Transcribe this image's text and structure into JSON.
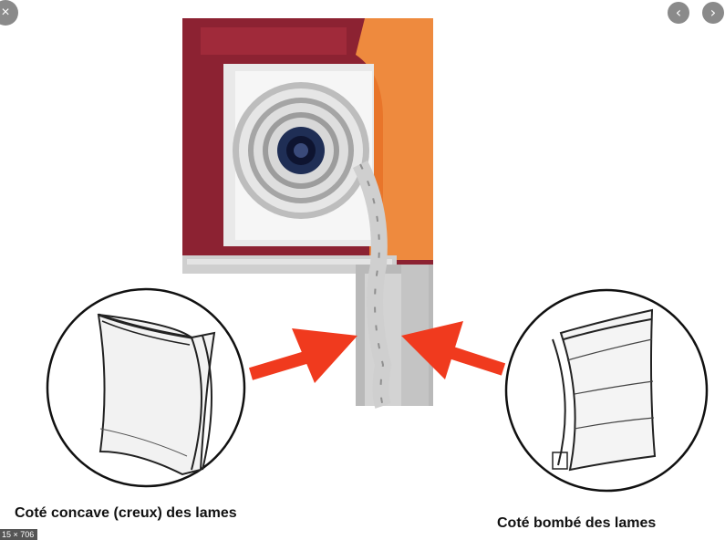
{
  "viewer": {
    "close_symbol": "×",
    "prev_symbol": "‹",
    "next_symbol": "›",
    "dimensions_label": "15 × 706",
    "icons": [
      "close-icon",
      "chevron-left-icon",
      "chevron-right-icon"
    ]
  },
  "figure": {
    "caption_concave": "Coté concave (creux) des lames",
    "caption_convex": "Coté bombé des lames",
    "colors": {
      "wall_red": "#8c2232",
      "insulation_orange": "#e8752a",
      "arrow_red": "#f03a1e",
      "slat_grey": "#d8d8d8"
    }
  }
}
